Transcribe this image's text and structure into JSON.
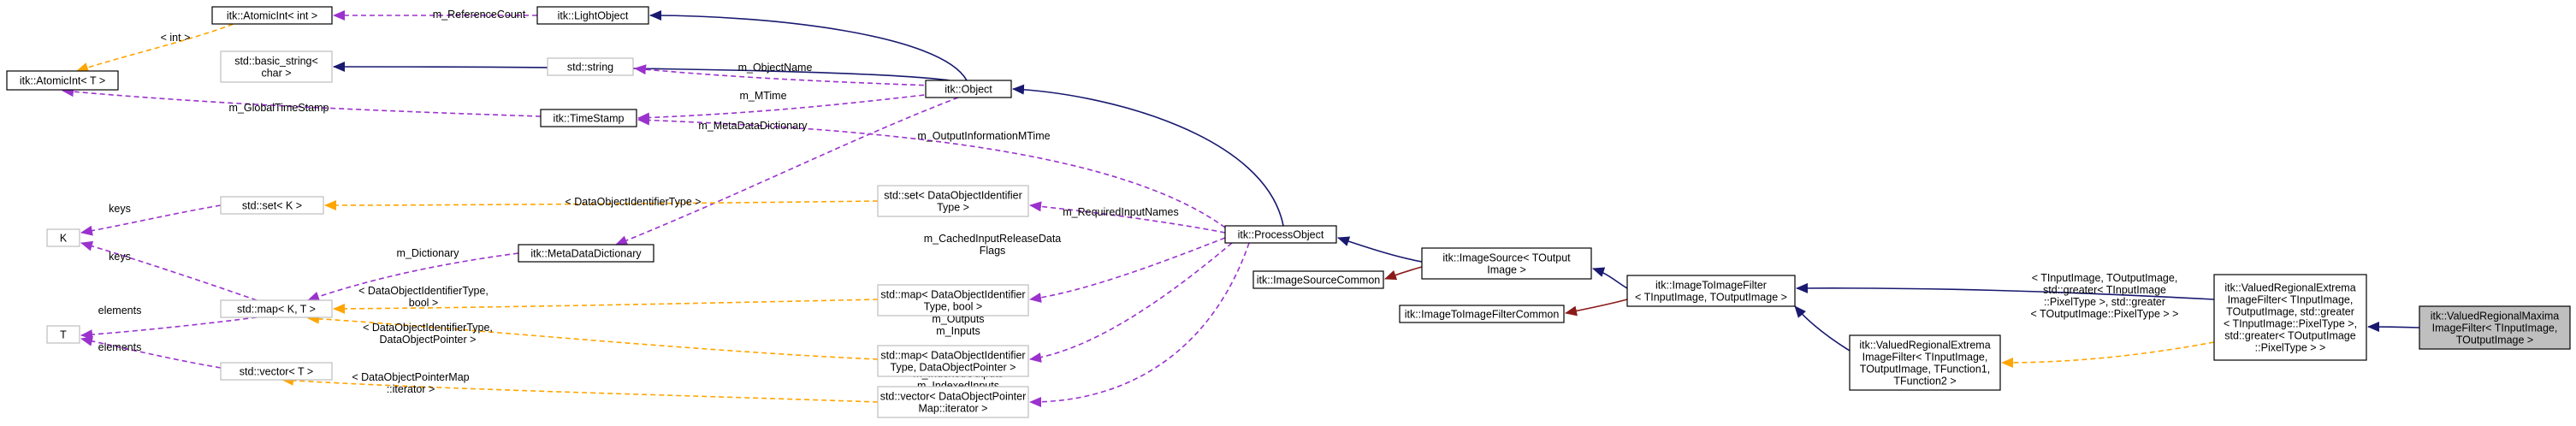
{
  "colors": {
    "inherit": "#191970",
    "private_inherit": "#8b1a1a",
    "usage": "#9a32cd",
    "template": "#ffa500",
    "box_border": "#000000",
    "box_border_light": "#bfbfbf",
    "highlight_fill": "#bfbfbf"
  },
  "nodes": [
    {
      "id": "atomicint_int",
      "lines": [
        "itk::AtomicInt< int >"
      ],
      "style": "solid"
    },
    {
      "id": "lightobject",
      "lines": [
        "itk::LightObject"
      ],
      "style": "solid"
    },
    {
      "id": "atomicint_t",
      "lines": [
        "itk::AtomicInt< T >"
      ],
      "style": "solid"
    },
    {
      "id": "basic_string",
      "lines": [
        "std::basic_string<",
        "char >"
      ],
      "style": "light"
    },
    {
      "id": "std_string",
      "lines": [
        "std::string"
      ],
      "style": "light"
    },
    {
      "id": "object",
      "lines": [
        "itk::Object"
      ],
      "style": "solid"
    },
    {
      "id": "timestamp",
      "lines": [
        "itk::TimeStamp"
      ],
      "style": "solid"
    },
    {
      "id": "set_k",
      "lines": [
        "std::set< K >"
      ],
      "style": "light"
    },
    {
      "id": "set_doit",
      "lines": [
        "std::set< DataObjectIdentifier",
        "Type >"
      ],
      "style": "light"
    },
    {
      "id": "K",
      "lines": [
        "K"
      ],
      "style": "light"
    },
    {
      "id": "metadatadictionary",
      "lines": [
        "itk::MetaDataDictionary"
      ],
      "style": "solid"
    },
    {
      "id": "processobject",
      "lines": [
        "itk::ProcessObject"
      ],
      "style": "solid"
    },
    {
      "id": "map_kt",
      "lines": [
        "std::map< K, T >"
      ],
      "style": "light"
    },
    {
      "id": "map_bool",
      "lines": [
        "std::map< DataObjectIdentifier",
        "Type, bool >"
      ],
      "style": "light"
    },
    {
      "id": "imagesource",
      "lines": [
        "itk::ImageSource< TOutput",
        "Image >"
      ],
      "style": "solid"
    },
    {
      "id": "imagesourcecommon",
      "lines": [
        "itk::ImageSourceCommon"
      ],
      "style": "solid"
    },
    {
      "id": "T",
      "lines": [
        "T"
      ],
      "style": "light"
    },
    {
      "id": "map_ptr",
      "lines": [
        "std::map< DataObjectIdentifier",
        "Type, DataObjectPointer >"
      ],
      "style": "light"
    },
    {
      "id": "imagetoimagefilter",
      "lines": [
        "itk::ImageToImageFilter",
        "< TInputImage, TOutputImage >"
      ],
      "style": "solid"
    },
    {
      "id": "imagetoimagefiltercommon",
      "lines": [
        "itk::ImageToImageFilterCommon"
      ],
      "style": "solid"
    },
    {
      "id": "vector_t",
      "lines": [
        "std::vector< T >"
      ],
      "style": "light"
    },
    {
      "id": "vector_ptrmap",
      "lines": [
        "std::vector< DataObjectPointer",
        "Map::iterator >"
      ],
      "style": "light"
    },
    {
      "id": "valued_f1f2",
      "lines": [
        "itk::ValuedRegionalExtrema",
        "ImageFilter< TInputImage,",
        "TOutputImage, TFunction1,",
        "TFunction2 >"
      ],
      "style": "solid"
    },
    {
      "id": "valued_greater",
      "lines": [
        "itk::ValuedRegionalExtrema",
        "ImageFilter< TInputImage,",
        "TOutputImage, std::greater",
        "< TInputImage::PixelType >,",
        "std::greater< TOutputImage",
        "::PixelType > >"
      ],
      "style": "solid"
    },
    {
      "id": "valuedmaxima",
      "lines": [
        "itk::ValuedRegionalMaxima",
        "ImageFilter< TInputImage,",
        "TOutputImage >"
      ],
      "style": "highlight"
    }
  ],
  "edge_labels": [
    {
      "id": "lbl_refcount",
      "lines": [
        "m_ReferenceCount"
      ]
    },
    {
      "id": "lbl_int",
      "lines": [
        "< int >"
      ]
    },
    {
      "id": "lbl_objectname",
      "lines": [
        "m_ObjectName"
      ]
    },
    {
      "id": "lbl_globaltimestamp",
      "lines": [
        "m_GlobalTimeStamp"
      ]
    },
    {
      "id": "lbl_mtime",
      "lines": [
        "m_MTime"
      ]
    },
    {
      "id": "lbl_metadatadictionary",
      "lines": [
        "m_MetaDataDictionary"
      ]
    },
    {
      "id": "lbl_outputinfomtime",
      "lines": [
        "m_OutputInformationMTime"
      ]
    },
    {
      "id": "lbl_doit",
      "lines": [
        "< DataObjectIdentifierType >"
      ]
    },
    {
      "id": "lbl_requiredinputnames",
      "lines": [
        "m_RequiredInputNames"
      ]
    },
    {
      "id": "lbl_keys1",
      "lines": [
        "keys"
      ]
    },
    {
      "id": "lbl_keys2",
      "lines": [
        "keys"
      ]
    },
    {
      "id": "lbl_dictionary",
      "lines": [
        "m_Dictionary"
      ]
    },
    {
      "id": "lbl_cachedinput",
      "lines": [
        "m_CachedInputReleaseData",
        "Flags"
      ]
    },
    {
      "id": "lbl_doit_bool",
      "lines": [
        "< DataObjectIdentifierType,",
        "bool >"
      ]
    },
    {
      "id": "lbl_outputs",
      "lines": [
        "m_Outputs",
        "m_Inputs"
      ]
    },
    {
      "id": "lbl_elements1",
      "lines": [
        "elements"
      ]
    },
    {
      "id": "lbl_doit_ptr",
      "lines": [
        "< DataObjectIdentifierType,",
        "DataObjectPointer >"
      ]
    },
    {
      "id": "lbl_elements2",
      "lines": [
        "elements"
      ]
    },
    {
      "id": "lbl_indexed",
      "lines": [
        "m_IndexedOutputs",
        "m_IndexedInputs"
      ]
    },
    {
      "id": "lbl_ptrmap",
      "lines": [
        "< DataObjectPointerMap",
        "::iterator >"
      ]
    },
    {
      "id": "lbl_greater",
      "lines": [
        "< TInputImage, TOutputImage,",
        "std::greater< TInputImage",
        "::PixelType >, std::greater",
        "< TOutputImage::PixelType > >"
      ]
    }
  ]
}
